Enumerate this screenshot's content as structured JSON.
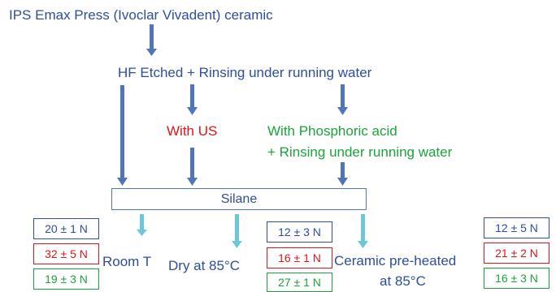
{
  "steps": {
    "material": "IPS Emax Press (Ivoclar Vivadent) ceramic",
    "hf_etch": "HF Etched + Rinsing under running water",
    "with_us": "With US",
    "phosphoric_line1": "With Phosphoric acid",
    "phosphoric_line2": "+ Rinsing under running water",
    "silane": "Silane"
  },
  "conditions": {
    "room_t": "Room T",
    "dry_85": "Dry at 85°C",
    "preheat_line1": "Ceramic pre-heated",
    "preheat_line2": "at 85°C"
  },
  "results": {
    "room_t": [
      "20 ± 1 N",
      "32 ± 5 N",
      "19 ± 3 N"
    ],
    "dry_85": [
      "12 ± 3 N",
      "16 ± 1 N",
      "27 ± 1 N"
    ],
    "preheat": [
      "12 ± 5 N",
      "21 ± 2 N",
      "16 ± 3 N"
    ]
  },
  "colors": {
    "blue_text": "#2e4d9b",
    "red_text": "#e0141b",
    "green_text": "#1aa33b",
    "arrow_blue": "#4f76b8",
    "arrow_cyan": "#6ec6d9"
  }
}
